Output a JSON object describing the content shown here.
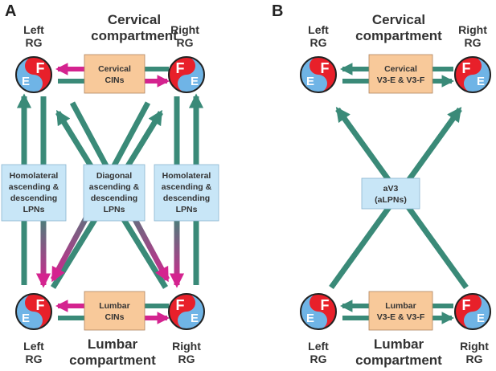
{
  "panels": {
    "A": {
      "letter": "A",
      "top_title": [
        "Cervical",
        "compartment"
      ],
      "bottom_title": [
        "Lumbar",
        "compartment"
      ],
      "left_rg": [
        "Left",
        "RG"
      ],
      "right_rg": [
        "Right",
        "RG"
      ],
      "cervical_box": [
        "Cervical",
        "CINs"
      ],
      "lumbar_box": [
        "Lumbar",
        "CINs"
      ],
      "left_box": [
        "Homolateral",
        "ascending &",
        "descending",
        "LPNs"
      ],
      "center_box": [
        "Diagonal",
        "ascending &",
        "descending",
        "LPNs"
      ],
      "right_box": [
        "Homolateral",
        "ascending &",
        "descending",
        "LPNs"
      ]
    },
    "B": {
      "letter": "B",
      "top_title": [
        "Cervical",
        "compartment"
      ],
      "bottom_title": [
        "Lumbar",
        "compartment"
      ],
      "left_rg": [
        "Left",
        "RG"
      ],
      "right_rg": [
        "Right",
        "RG"
      ],
      "cervical_box": [
        "Cervical",
        "V3-E & V3-F"
      ],
      "lumbar_box": [
        "Lumbar",
        "V3-E & V3-F"
      ],
      "center_box": [
        "aV3",
        "(aLPNs)"
      ]
    }
  },
  "rg_letters": {
    "flexor": "F",
    "extensor": "E"
  },
  "colors": {
    "teal": "#3a8a78",
    "magenta": "#d4238f",
    "flexor_red": "#e8202a",
    "extensor_blue": "#6fb4e6",
    "cin_box": "#f8c99a",
    "lpn_box": "#c8e6f7",
    "outline": "#222222"
  }
}
